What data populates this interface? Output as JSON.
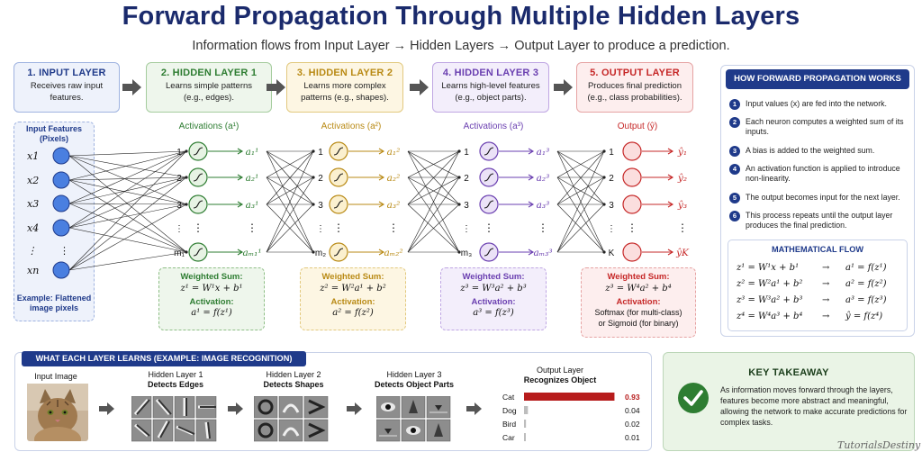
{
  "title": "Forward Propagation Through Multiple Hidden Layers",
  "subtitle": "Information flows from Input Layer → Hidden Layers → Output Layer to produce a prediction.",
  "colors": {
    "input": "#2a4db3",
    "hidden1": "#2e7d32",
    "hidden2": "#b98a15",
    "hidden3": "#6a3fb0",
    "output": "#c62828",
    "navy": "#1f3a8a"
  },
  "layers": [
    {
      "title": "1. INPUT LAYER",
      "desc1": "Receives raw input",
      "desc2": "features."
    },
    {
      "title": "2. HIDDEN LAYER 1",
      "desc1": "Learns simple patterns",
      "desc2": "(e.g., edges)."
    },
    {
      "title": "3. HIDDEN LAYER 2",
      "desc1": "Learns more complex",
      "desc2": "patterns (e.g., shapes)."
    },
    {
      "title": "4. HIDDEN LAYER 3",
      "desc1": "Learns high-level features",
      "desc2": "(e.g., object parts)."
    },
    {
      "title": "5. OUTPUT LAYER",
      "desc1": "Produces final prediction",
      "desc2": "(e.g., class probabilities)."
    }
  ],
  "input_panel": {
    "title1": "Input Features",
    "title2": "(Pixels)",
    "labels": [
      "x1",
      "x2",
      "x3",
      "x4",
      "⋮",
      "xn"
    ],
    "foot1": "Example: Flattened",
    "foot2": "image pixels"
  },
  "activation_labels": [
    "Activations (a¹)",
    "Activations (a²)",
    "Activations (a³)",
    "Output (ŷ)"
  ],
  "node_indices": [
    [
      "1",
      "2",
      "3",
      "⋮",
      "m₁"
    ],
    [
      "1",
      "2",
      "3",
      "⋮",
      "m₂"
    ],
    [
      "1",
      "2",
      "3",
      "⋮",
      "m₃"
    ],
    [
      "1",
      "2",
      "3",
      "⋮",
      "K"
    ]
  ],
  "node_outputs": [
    [
      "a₁¹",
      "a₂¹",
      "a₃¹",
      "⋮",
      "aₘ₁¹"
    ],
    [
      "a₁²",
      "a₂²",
      "a₃²",
      "⋮",
      "aₘ₂²"
    ],
    [
      "a₁³",
      "a₂³",
      "a₃³",
      "⋮",
      "aₘ₃³"
    ],
    [
      "ŷ₁",
      "ŷ₂",
      "ŷ₃",
      "⋮",
      "ŷK"
    ]
  ],
  "panels": [
    {
      "wlabel": "Weighted Sum:",
      "weq": "z¹ = W¹x + b¹",
      "alabel": "Activation:",
      "aeq": "a¹ = f(z¹)"
    },
    {
      "wlabel": "Weighted Sum:",
      "weq": "z² = W²a¹ + b²",
      "alabel": "Activation:",
      "aeq": "a² = f(z²)"
    },
    {
      "wlabel": "Weighted Sum:",
      "weq": "z³ = W³a² + b³",
      "alabel": "Activation:",
      "aeq": "a³ = f(z³)"
    },
    {
      "wlabel": "Weighted Sum:",
      "weq": "z³ = W⁴a² + b⁴",
      "alabel": "Activation:",
      "s1": "Softmax (for multi-class)",
      "s2": "or Sigmoid (for binary)"
    }
  ],
  "how": {
    "title": "HOW FORWARD PROPAGATION WORKS",
    "steps": [
      {
        "n": "1",
        "text": "Input values (x) are fed into the network."
      },
      {
        "n": "2",
        "text": "Each neuron computes a weighted sum of its inputs."
      },
      {
        "n": "3",
        "text": "A bias is added to the weighted sum."
      },
      {
        "n": "4",
        "text": "An activation function is applied to introduce non-linearity."
      },
      {
        "n": "5",
        "text": "The output becomes input for the next layer."
      },
      {
        "n": "6",
        "text": "This process repeats until the output layer produces the final prediction."
      }
    ],
    "math_title": "MATHEMATICAL FLOW",
    "equations": [
      {
        "lhs": "z¹ = W¹x + b¹",
        "rhs": "a¹ = f(z¹)"
      },
      {
        "lhs": "z² = W²a¹ + b²",
        "rhs": "a² = f(z²)"
      },
      {
        "lhs": "z³ = W³a² + b³",
        "rhs": "a³ = f(z³)"
      },
      {
        "lhs": "z⁴ = W⁴a³ + b⁴",
        "rhs": "ŷ = f(z⁴)"
      }
    ],
    "arrow": "→"
  },
  "bottom": {
    "title": "WHAT EACH LAYER LEARNS (EXAMPLE: IMAGE RECOGNITION)",
    "input_cap": "Input Image",
    "h1_cap1": "Hidden Layer 1",
    "h1_cap2": "Detects Edges",
    "h2_cap1": "Hidden Layer 2",
    "h2_cap2": "Detects Shapes",
    "h3_cap1": "Hidden Layer 3",
    "h3_cap2": "Detects Object Parts",
    "out_cap1": "Output Layer",
    "out_cap2": "Recognizes Object"
  },
  "chart_data": {
    "type": "bar",
    "categories": [
      "Cat",
      "Dog",
      "Bird",
      "Car"
    ],
    "values": [
      0.93,
      0.04,
      0.02,
      0.01
    ],
    "value_labels": [
      "0.93",
      "0.04",
      "0.02",
      "0.01"
    ],
    "xlim": [
      0,
      1
    ],
    "colors": [
      "#b71c1c",
      "#bdbdbd",
      "#bdbdbd",
      "#bdbdbd"
    ]
  },
  "key": {
    "title": "KEY TAKEAWAY",
    "text": "As information moves forward through the layers, features become more abstract and meaningful, allowing the network to make accurate predictions for complex tasks."
  },
  "brand": "TutorialsDestiny"
}
